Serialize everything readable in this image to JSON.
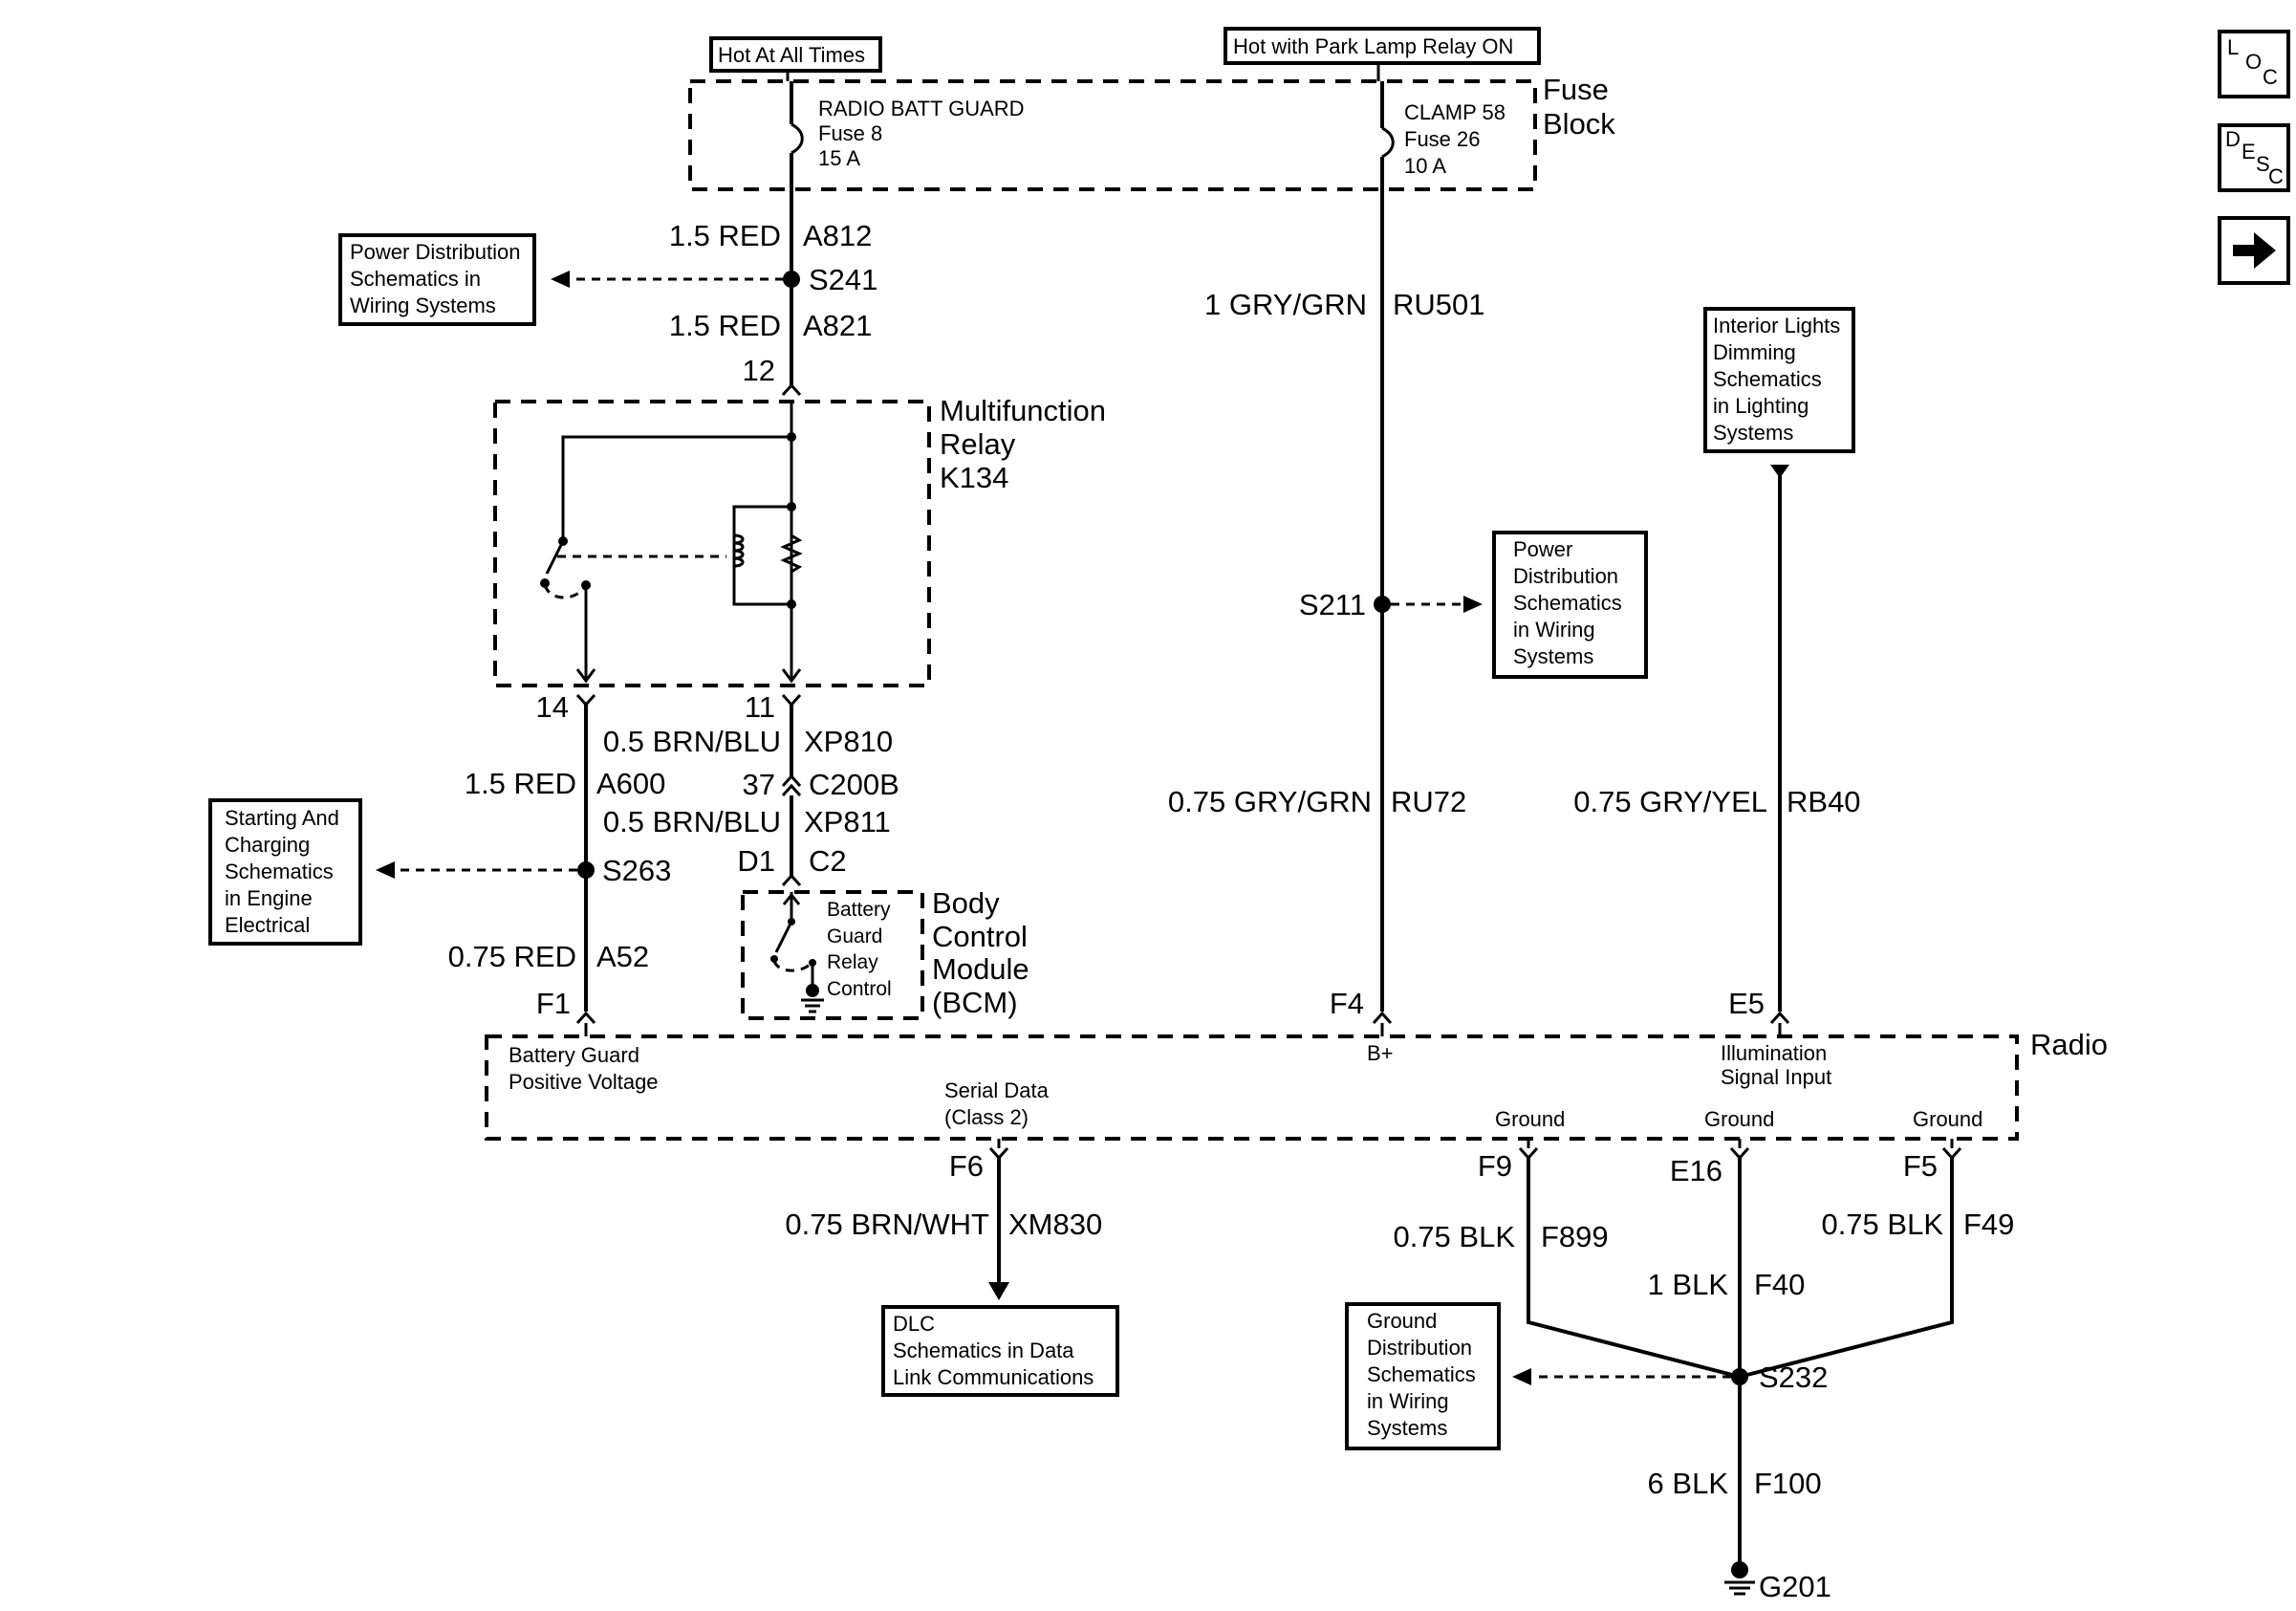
{
  "header": {
    "hot_at_all_times": "Hot At All Times",
    "hot_with_park_lamp": "Hot with Park Lamp Relay ON"
  },
  "fuse_block": {
    "title": [
      "Fuse",
      "Block"
    ],
    "fuse8": [
      "RADIO BATT GUARD",
      "Fuse 8",
      "15 A"
    ],
    "fuse26": [
      "CLAMP 58",
      "Fuse 26",
      "10 A"
    ]
  },
  "wires": {
    "a812": {
      "size_color": "1.5 RED",
      "circuit": "A812"
    },
    "a821": {
      "size_color": "1.5 RED",
      "circuit": "A821"
    },
    "ru501": {
      "size_color": "1 GRY/GRN",
      "circuit": "RU501"
    },
    "xp810": {
      "size_color": "0.5 BRN/BLU",
      "circuit": "XP810"
    },
    "xp811": {
      "size_color": "0.5 BRN/BLU",
      "circuit": "XP811"
    },
    "a600": {
      "size_color": "1.5 RED",
      "circuit": "A600"
    },
    "a52": {
      "size_color": "0.75 RED",
      "circuit": "A52"
    },
    "ru72": {
      "size_color": "0.75 GRY/GRN",
      "circuit": "RU72"
    },
    "rb40": {
      "size_color": "0.75 GRY/YEL",
      "circuit": "RB40"
    },
    "xm830": {
      "size_color": "0.75 BRN/WHT",
      "circuit": "XM830"
    },
    "f899": {
      "size_color": "0.75 BLK",
      "circuit": "F899"
    },
    "f49": {
      "size_color": "0.75 BLK",
      "circuit": "F49"
    },
    "f40": {
      "size_color": "1 BLK",
      "circuit": "F40"
    },
    "f100": {
      "size_color": "6 BLK",
      "circuit": "F100"
    }
  },
  "splices": {
    "s241": "S241",
    "s211": "S211",
    "s263": "S263",
    "s232": "S232",
    "g201": "G201"
  },
  "connectors": {
    "c200b_pin": "37",
    "c200b": "C200B",
    "relay_pin12": "12",
    "relay_pin14": "14",
    "relay_pin11": "11",
    "bcm_d1": "D1",
    "bcm_c2": "C2",
    "radio_f1": "F1",
    "radio_f4": "F4",
    "radio_e5": "E5",
    "radio_f6": "F6",
    "radio_f9": "F9",
    "radio_e16": "E16",
    "radio_f5": "F5"
  },
  "components": {
    "relay": [
      "Multifunction",
      "Relay",
      "K134"
    ],
    "bcm": [
      "Body",
      "Control",
      "Module",
      "(BCM)"
    ],
    "bcm_inner": [
      "Battery",
      "Guard",
      "Relay",
      "Control"
    ],
    "radio": "Radio",
    "radio_labels": {
      "battery_guard": [
        "Battery Guard",
        "Positive Voltage"
      ],
      "b_plus": "B+",
      "illumination": [
        "Illumination",
        "Signal Input"
      ],
      "serial_data": [
        "Serial Data",
        "(Class 2)"
      ],
      "ground": "Ground"
    }
  },
  "references": {
    "power_dist_1": [
      "Power Distribution",
      "Schematics in",
      "Wiring Systems"
    ],
    "power_dist_2": [
      "Power",
      "Distribution",
      "Schematics",
      "in Wiring",
      "Systems"
    ],
    "interior_lights": [
      "Interior Lights",
      "Dimming",
      "Schematics",
      "in Lighting",
      "Systems"
    ],
    "starting_charging": [
      "Starting And",
      "Charging",
      "Schematics",
      "in Engine",
      "Electrical"
    ],
    "dlc": [
      "DLC",
      "Schematics in Data",
      "Link Communications"
    ],
    "ground_dist": [
      "Ground",
      "Distribution",
      "Schematics",
      "in Wiring",
      "Systems"
    ]
  },
  "nav": {
    "loc": [
      "L",
      "O",
      "C"
    ],
    "desc": [
      "D",
      "E",
      "S",
      "C"
    ],
    "next_icon": "arrow-right-icon"
  }
}
